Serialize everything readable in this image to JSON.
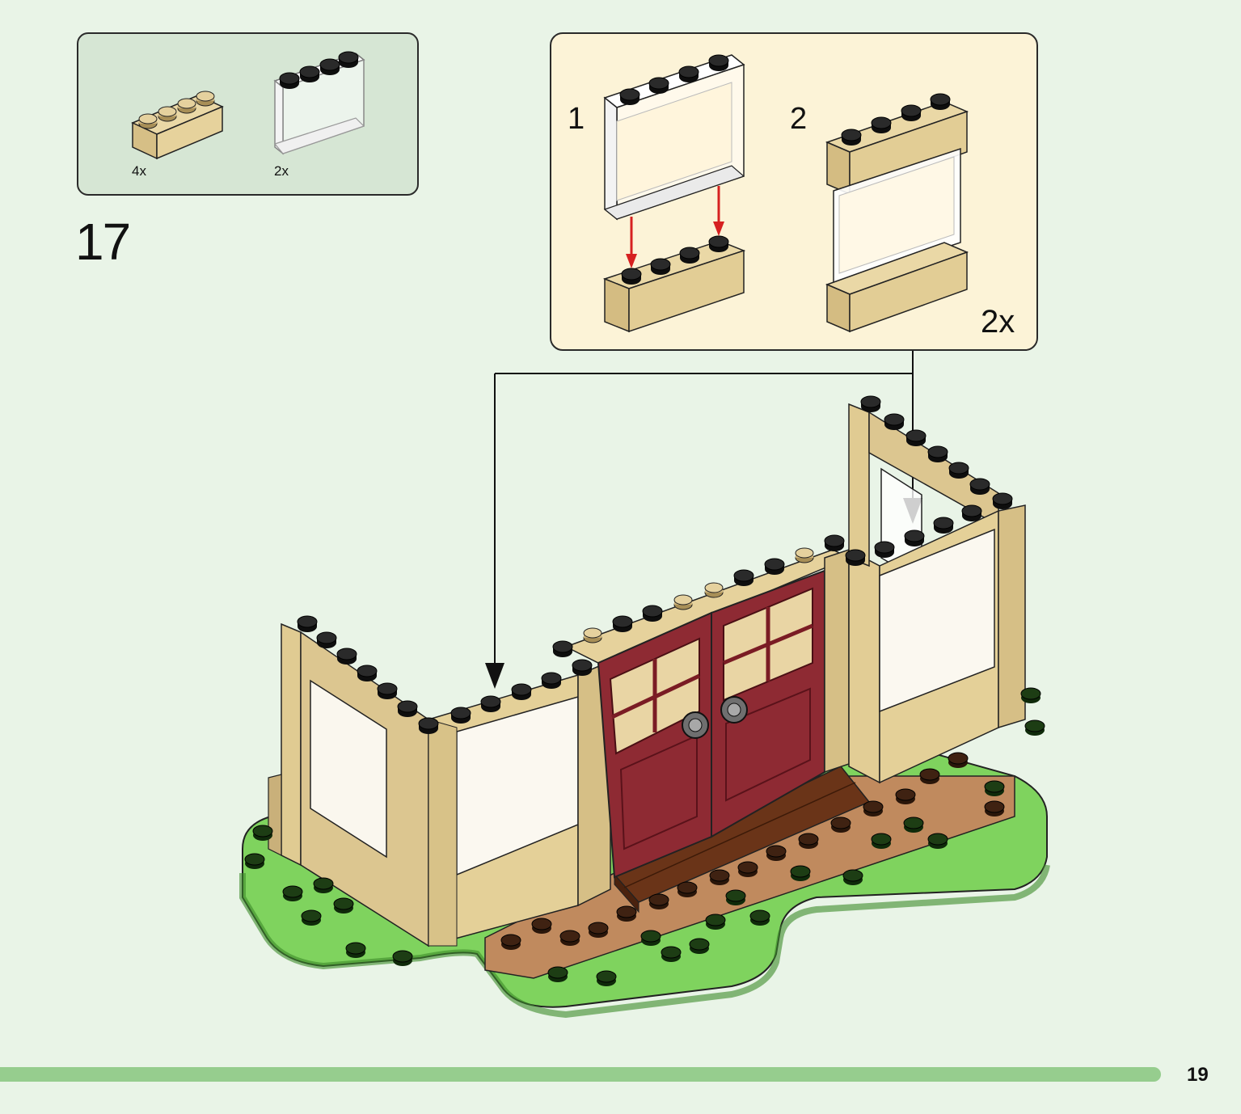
{
  "parts": [
    {
      "name": "tan brick 1x4",
      "quantity": "4x"
    },
    {
      "name": "transparent panel 1x4x3",
      "quantity": "2x"
    }
  ],
  "step": {
    "number": "17"
  },
  "subassembly": {
    "sub_steps": [
      "1",
      "2"
    ],
    "multiplier": "2x"
  },
  "page": {
    "number": "19"
  },
  "colors": {
    "background": "#e9f4e7",
    "tan": "#dcc690",
    "door_red": "#8e2a33",
    "grass_green": "#7fd35e",
    "brown_tile": "#c08a5e",
    "arrow_red": "#d62020"
  }
}
